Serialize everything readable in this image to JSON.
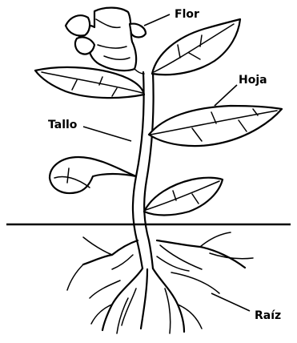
{
  "labels": {
    "flower": "Flor",
    "leaf": "Hoja",
    "stem": "Tallo",
    "root": "Raíz"
  }
}
